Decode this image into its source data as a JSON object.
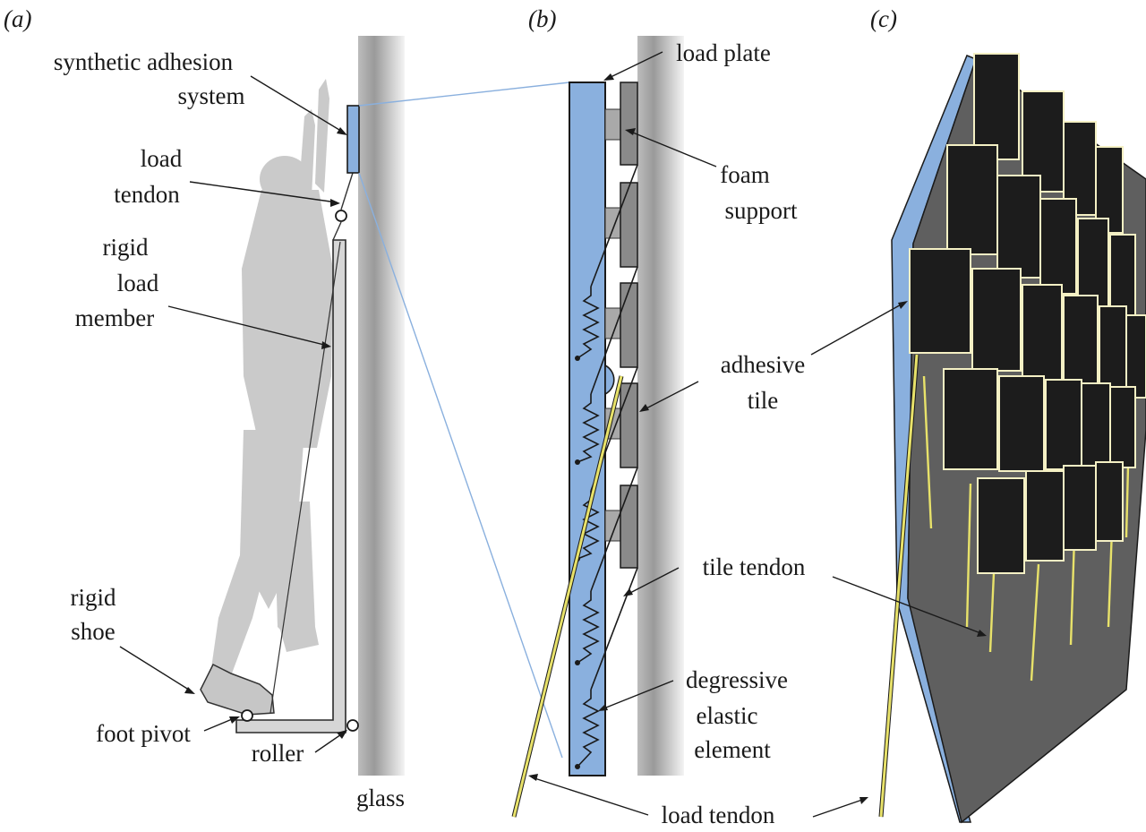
{
  "panels": {
    "a": "(a)",
    "b": "(b)",
    "c": "(c)"
  },
  "labels_a": {
    "synthetic_adhesion_1": "synthetic adhesion",
    "synthetic_adhesion_2": "system",
    "load_tendon_1": "load",
    "load_tendon_2": "tendon",
    "rigid_load_member_1": "rigid",
    "rigid_load_member_2": "load",
    "rigid_load_member_3": "member",
    "rigid_shoe_1": "rigid",
    "rigid_shoe_2": "shoe",
    "foot_pivot": "foot pivot",
    "roller": "roller",
    "glass": "glass"
  },
  "labels_b": {
    "load_plate": "load plate",
    "foam_support_1": "foam",
    "foam_support_2": "support",
    "adhesive_tile_1": "adhesive",
    "adhesive_tile_2": "tile",
    "tile_tendon": "tile tendon",
    "degressive_1": "degressive",
    "degressive_2": "elastic",
    "degressive_3": "element",
    "load_tendon": "load tendon"
  },
  "colors": {
    "plate_blue": "#8ab0de",
    "tendon_yellow": "#e8e26a",
    "tile_dark": "#1c1c1c",
    "tile_edge": "#f4f0c4",
    "panel_gray": "#5f5f5f",
    "foam_gray": "#a9a9a9",
    "silhouette": "#c9c9c9"
  }
}
